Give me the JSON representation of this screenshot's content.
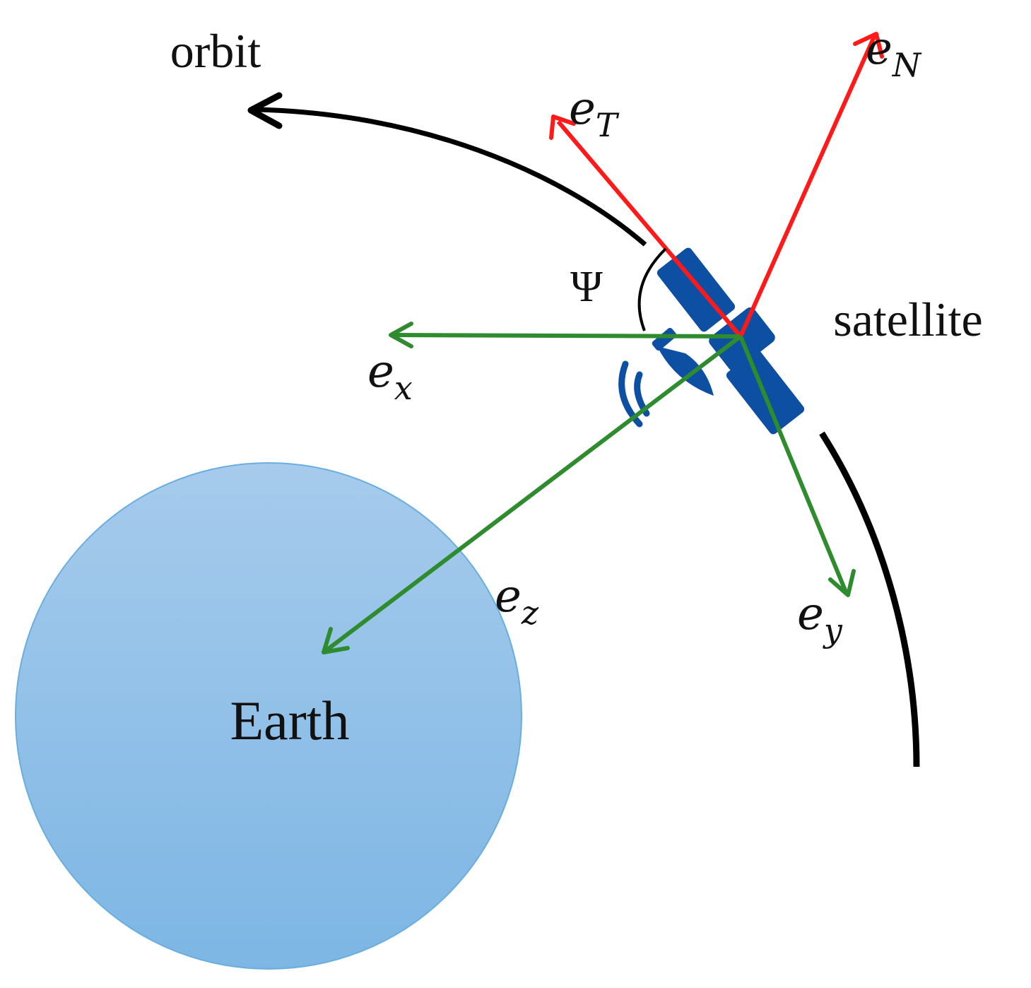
{
  "labels": {
    "orbit": "orbit",
    "satellite": "satellite",
    "earth": "Earth",
    "psi": "Ψ",
    "vector_base": "e",
    "e_N_sub": "N",
    "e_T_sub": "T",
    "e_x_sub": "x",
    "e_y_sub": "y",
    "e_z_sub": "z"
  },
  "colors": {
    "red_axes": "#ff1a1a",
    "green_axes": "#2e8b2e",
    "orbit_line": "#000000",
    "earth_fill_top": "#a6cbec",
    "earth_fill_bottom": "#7db6e4",
    "earth_stroke": "#6aaee0",
    "satellite": "#0d4fa3"
  },
  "icons": {
    "satellite": "satellite-icon"
  }
}
